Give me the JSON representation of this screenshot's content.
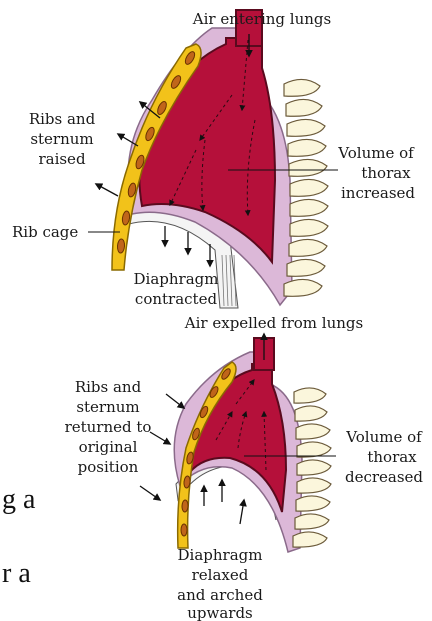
{
  "colors": {
    "lung": "#b5103a",
    "lung_outline": "#5a0a1e",
    "pleura": "#dcb8d8",
    "pleura_outline": "#8a6a8a",
    "rib": "#f2c21a",
    "rib_outline": "#8a6a00",
    "rib_seg": "#c0651a",
    "vertebra": "#fbf6dc",
    "vertebra_outline": "#6b5a3a",
    "text": "#1a1a1a"
  },
  "inspiration": {
    "air_label": "Air entering lungs",
    "ribs_label": [
      "Ribs and",
      "sternum",
      "raised"
    ],
    "volume_label": [
      "Volume of",
      "thorax",
      "increased"
    ],
    "rib_cage_label": "Rib cage",
    "diaphragm_label": [
      "Diaphragm",
      "contracted"
    ]
  },
  "expiration": {
    "air_label": "Air expelled from lungs",
    "ribs_label": [
      "Ribs and",
      "sternum",
      "returned to",
      "original",
      "position"
    ],
    "volume_label": [
      "Volume of",
      "thorax",
      "decreased"
    ],
    "diaphragm_label": [
      "Diaphragm",
      "relaxed",
      "and arched",
      "upwards"
    ]
  },
  "edge_text": [
    "g a",
    "r a"
  ]
}
